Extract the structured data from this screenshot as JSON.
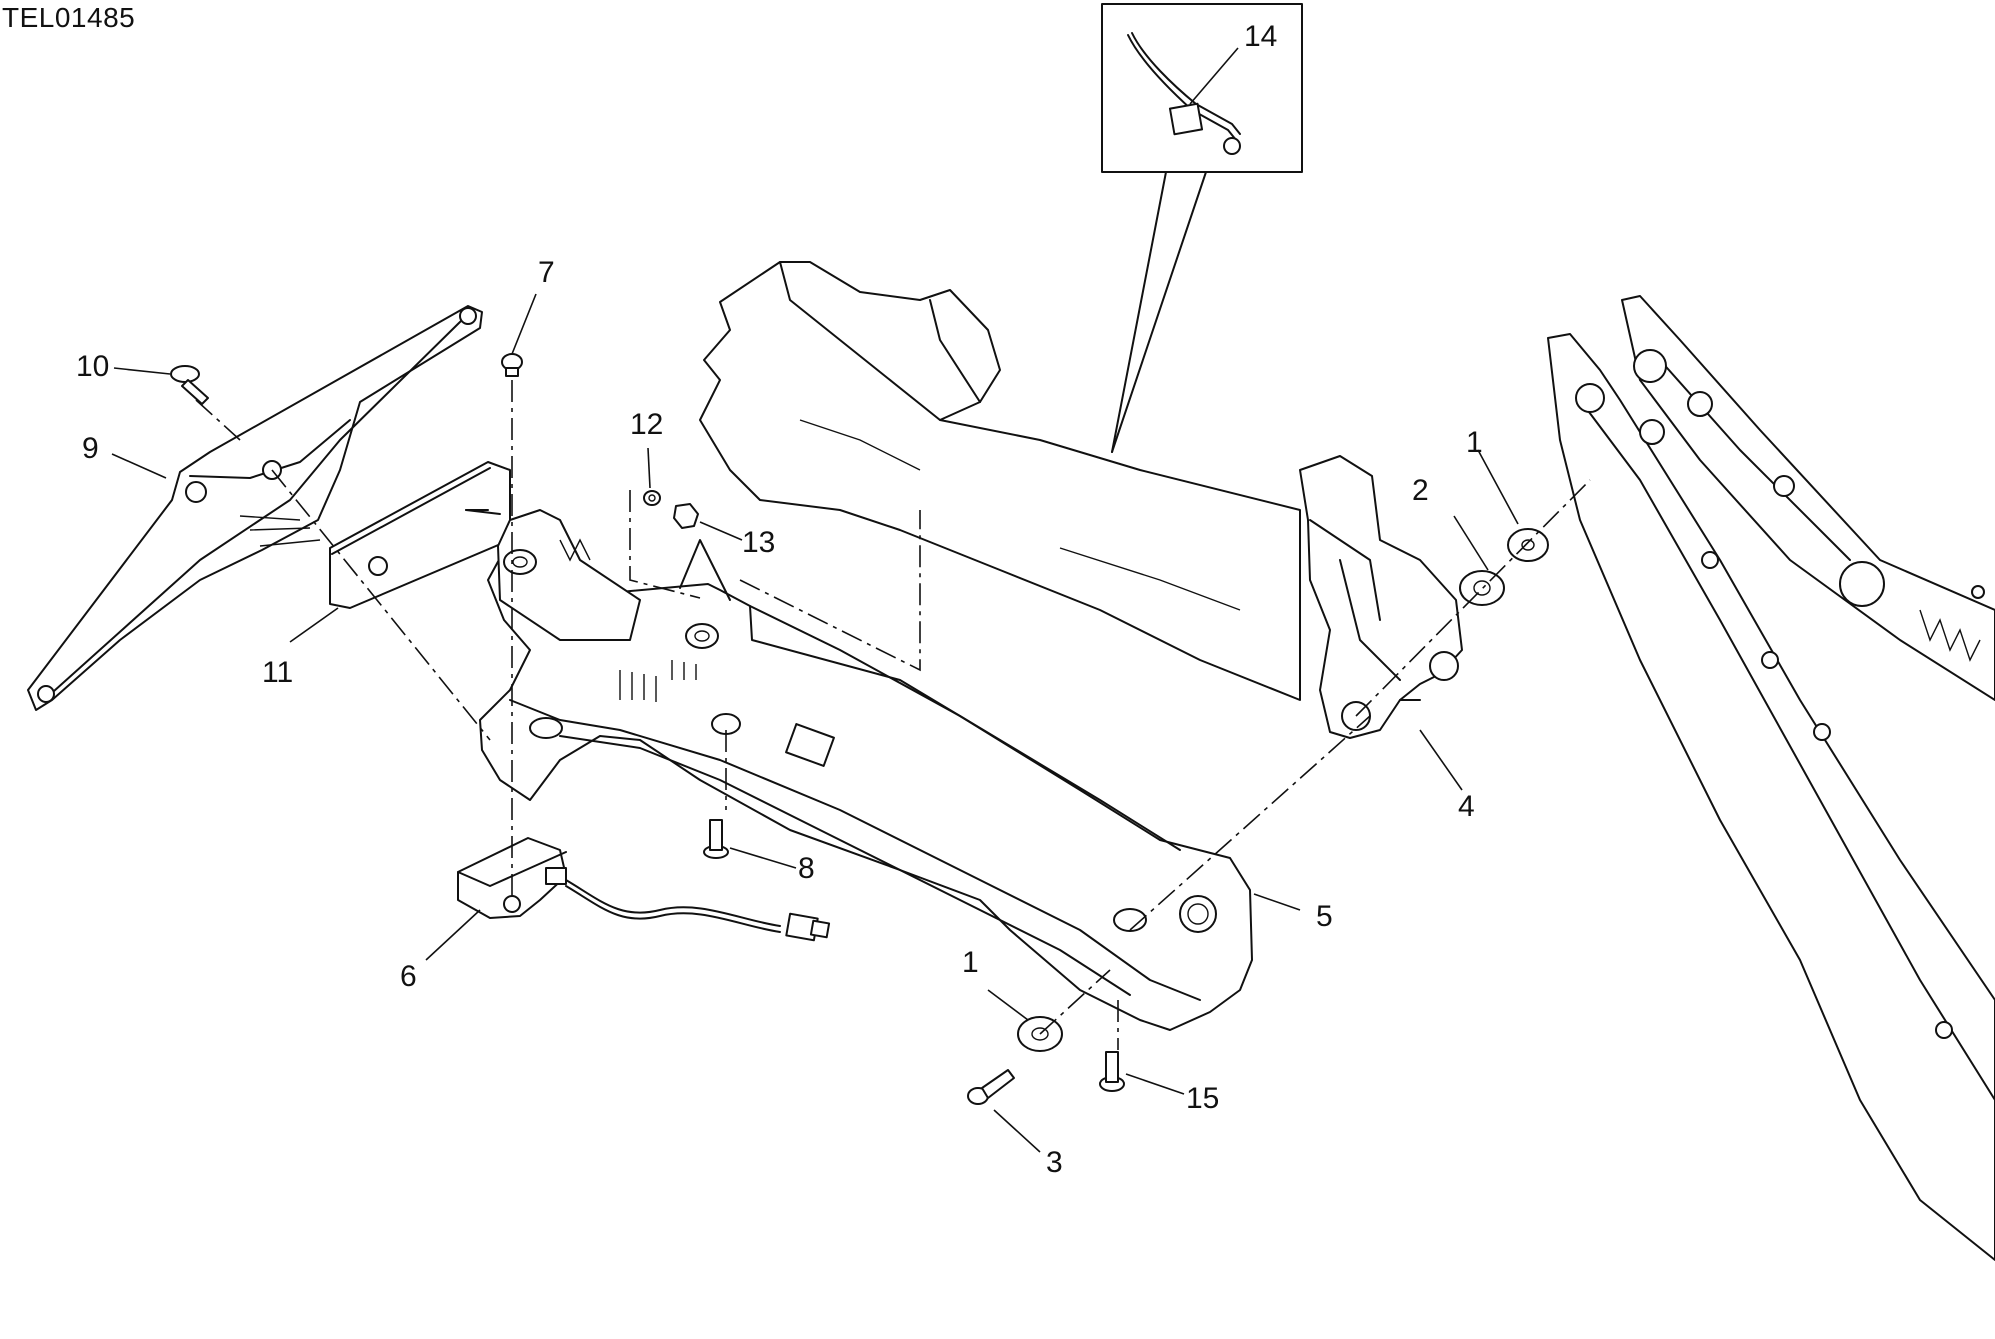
{
  "drawing_code": "TEL01485",
  "callouts": [
    {
      "id": "1a",
      "label": "1"
    },
    {
      "id": "1b",
      "label": "1"
    },
    {
      "id": "2",
      "label": "2"
    },
    {
      "id": "3",
      "label": "3"
    },
    {
      "id": "4",
      "label": "4"
    },
    {
      "id": "5",
      "label": "5"
    },
    {
      "id": "6",
      "label": "6"
    },
    {
      "id": "7",
      "label": "7"
    },
    {
      "id": "8",
      "label": "8"
    },
    {
      "id": "9",
      "label": "9"
    },
    {
      "id": "10",
      "label": "10"
    },
    {
      "id": "11",
      "label": "11"
    },
    {
      "id": "12",
      "label": "12"
    },
    {
      "id": "13",
      "label": "13"
    },
    {
      "id": "14",
      "label": "14"
    },
    {
      "id": "15",
      "label": "15"
    }
  ]
}
